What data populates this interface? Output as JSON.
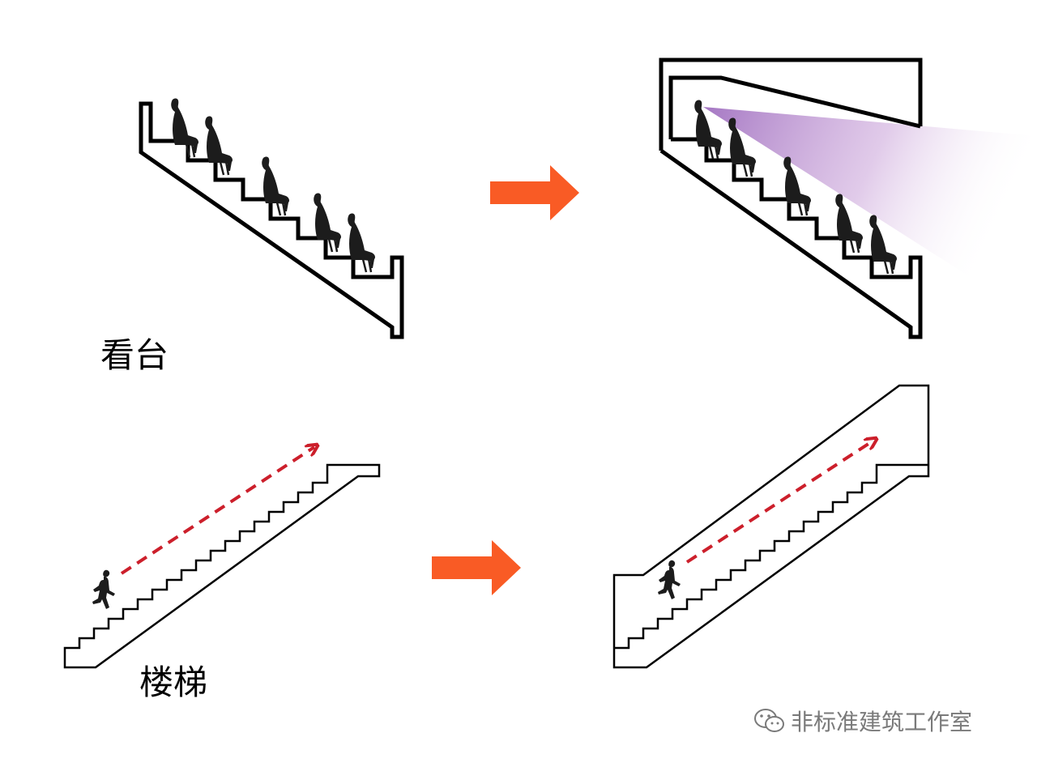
{
  "labels": {
    "stands": "看台",
    "stairs": "楼梯"
  },
  "watermark": {
    "icon": "wechat-icon",
    "text": "非标准建筑工作室"
  },
  "colors": {
    "arrow": "#f95b25",
    "path_arrow": "#cc1f2b",
    "view_cone": "#a070c0",
    "line": "#000000"
  },
  "icons": {
    "transform_arrow": "right-arrow",
    "person_seated": "seated-person-silhouette",
    "person_climbing": "climbing-person-silhouette"
  }
}
